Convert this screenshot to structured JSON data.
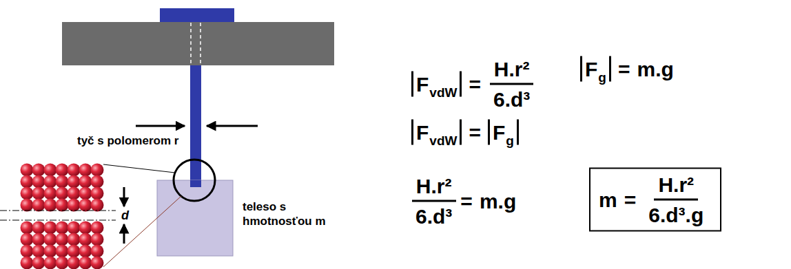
{
  "diagram": {
    "nodes": [
      {
        "text": [
          "m",
          "=",
          "H.r²",
          "6.d³.g"
        ]
      }
    ],
    "labels": [
      "tyč s polomerom r",
      "teleso s hmotnosťou m",
      "d",
      "F",
      "vdW",
      "=",
      "H.r²",
      "6.d³",
      "F",
      "g",
      "=",
      "m.g",
      "F",
      "vdW",
      "=",
      "F",
      "g",
      "H.r²",
      "6.d³",
      "=",
      "m.g"
    ]
  }
}
